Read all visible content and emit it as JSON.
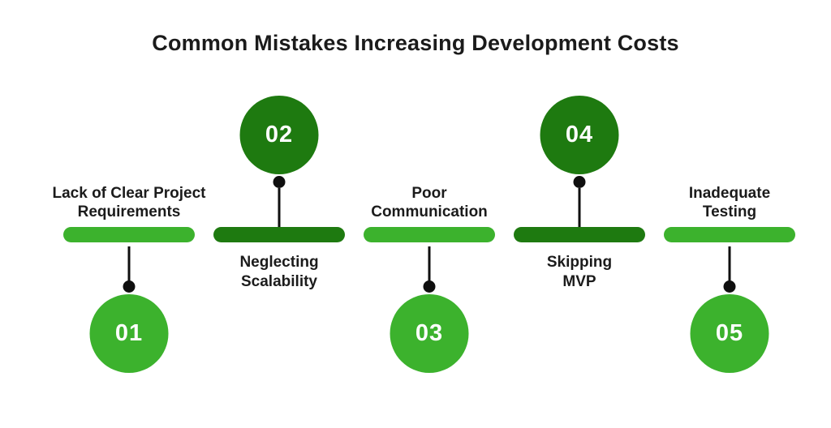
{
  "title": "Common Mistakes Increasing Development Costs",
  "colors": {
    "light_green": "#3CB22D",
    "dark_green": "#1E7A10",
    "text": "#1B1B1B",
    "connector": "#0F0F0F",
    "background": "#FFFFFF",
    "number_text": "#FFFFFF"
  },
  "items": [
    {
      "number": "01",
      "label": "Lack of Clear Project\nRequirements",
      "placement": "circle-below",
      "tone": "light"
    },
    {
      "number": "02",
      "label": "Neglecting\nScalability",
      "placement": "circle-above",
      "tone": "dark"
    },
    {
      "number": "03",
      "label": "Poor\nCommunication",
      "placement": "circle-below",
      "tone": "light"
    },
    {
      "number": "04",
      "label": "Skipping\nMVP",
      "placement": "circle-above",
      "tone": "dark"
    },
    {
      "number": "05",
      "label": "Inadequate\nTesting",
      "placement": "circle-below",
      "tone": "light"
    }
  ]
}
